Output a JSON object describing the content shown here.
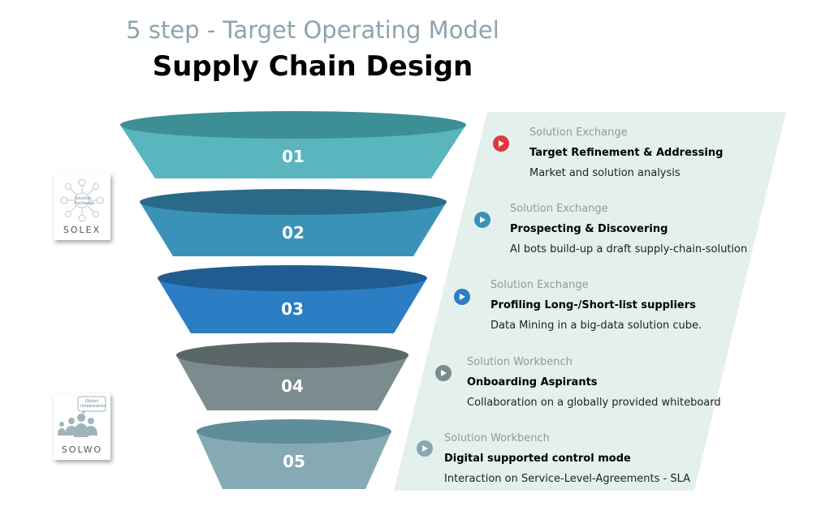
{
  "header": {
    "subtitle": "5 step - Target Operating Model",
    "title": "Supply Chain Design"
  },
  "steps": [
    {
      "number": "01",
      "category": "Solution Exchange",
      "heading": "Target Refinement & Addressing",
      "description": "Market and solution analysis",
      "color": "#5ab5bf",
      "top_color": "#3d8f96",
      "play_color": "#e0383e"
    },
    {
      "number": "02",
      "category": "Solution Exchange",
      "heading": "Prospecting & Discovering",
      "description": "AI bots build-up a draft supply-chain-solution",
      "color": "#3a92b8",
      "top_color": "#2a6a88",
      "play_color": "#3a92b8"
    },
    {
      "number": "03",
      "category": "Solution Exchange",
      "heading": "Profiling Long-/Short-list suppliers",
      "description": "Data Mining in a big-data solution cube.",
      "color": "#2b7dc4",
      "top_color": "#1f5d91",
      "play_color": "#2b7dc4"
    },
    {
      "number": "04",
      "category": "Solution Workbench",
      "heading": "Onboarding Aspirants",
      "description": "Collaboration on a globally provided whiteboard",
      "color": "#7b8b8e",
      "top_color": "#5a6668",
      "play_color": "#7b8b8e"
    },
    {
      "number": "05",
      "category": "Solution Workbench",
      "heading": "Digital supported control mode",
      "description": "Interaction on Service-Level-Agreements - SLA",
      "color": "#85aab4",
      "top_color": "#5f8d99",
      "play_color": "#85aab4"
    }
  ],
  "logos": {
    "solex": {
      "name": "SOLEX",
      "bubble": "Solution Exchange"
    },
    "solwo": {
      "name": "SOLWO",
      "bubble": "Global collaboration"
    }
  },
  "colors": {
    "panel": "#e4f0ec",
    "subtitle": "#8ea3ad"
  }
}
